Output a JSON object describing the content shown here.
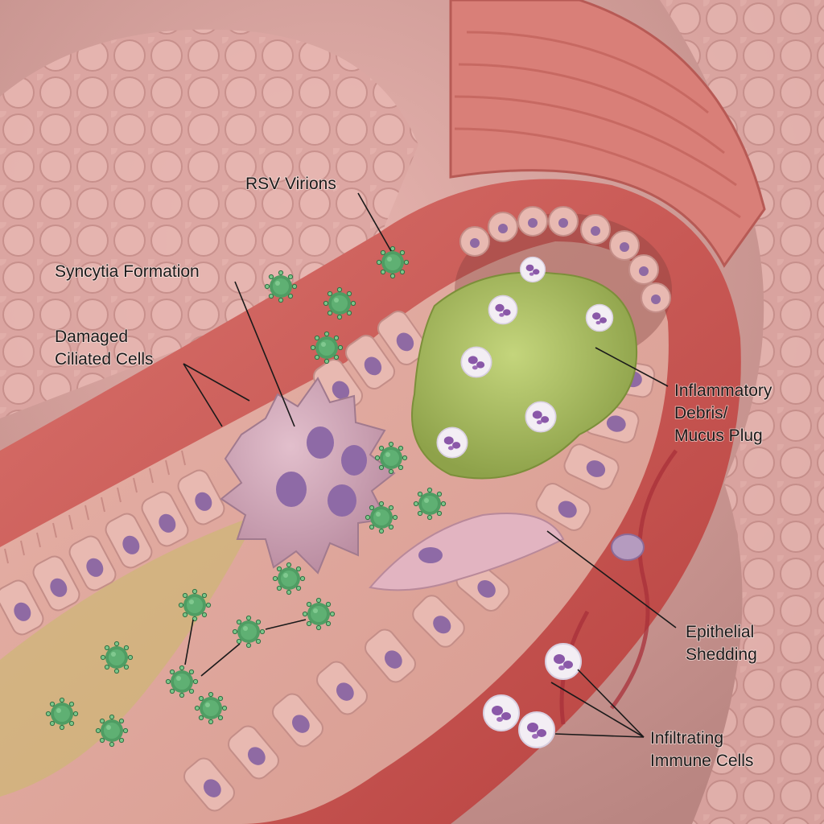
{
  "labels": {
    "rsv_virions": "RSV Virions",
    "syncytia": "Syncytia Formation",
    "damaged_line1": "Damaged",
    "damaged_line2": "Ciliated Cells",
    "inflam_line1": "Inflammatory",
    "inflam_line2": "Debris/",
    "inflam_line3": "Mucus Plug",
    "shed_line1": "Epithelial",
    "shed_line2": "Shedding",
    "immune_line1": "Infiltrating",
    "immune_line2": "Immune Cells"
  },
  "colors": {
    "background_tissue": "#d9a3a0",
    "airway_wall": "#c95a57",
    "epithelium": "#e8b7b0",
    "nucleus": "#8f6aa3",
    "virion": "#4e9b62",
    "mucus": "#a9bd62",
    "immune_cell": "#f3eef4"
  }
}
